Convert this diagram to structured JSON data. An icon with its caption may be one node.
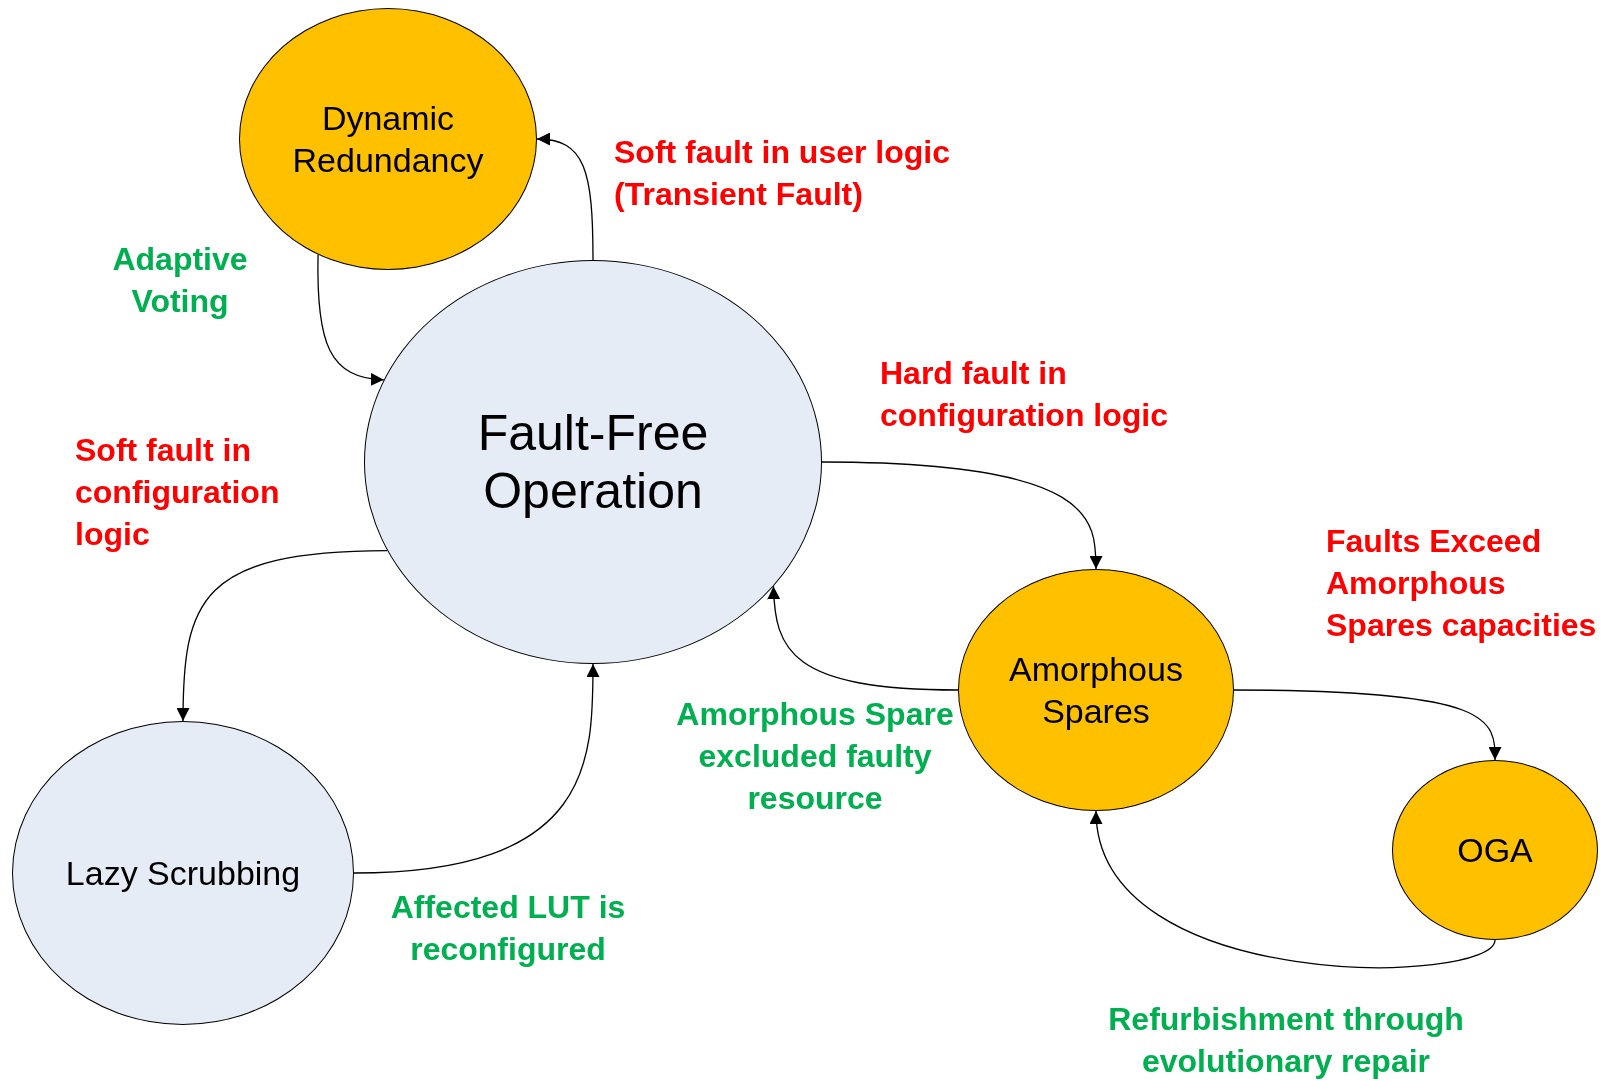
{
  "diagram": {
    "nodes": [
      {
        "text": [
          "Dynamic Redundancy"
        ]
      },
      {
        "text": [
          "Fault-Free Operation"
        ]
      },
      {
        "text": [
          "Lazy Scrubbing"
        ]
      },
      {
        "text": [
          "Amorphous Spares"
        ]
      },
      {
        "text": [
          "OGA"
        ]
      }
    ],
    "edges": [
      {
        "from": 1,
        "to": 0,
        "arrow": "to",
        "label": "Soft fault in user logic (Transient Fault)"
      },
      {
        "from": 0,
        "to": 1,
        "arrow": "to",
        "label": "Adaptive Voting"
      },
      {
        "from": 1,
        "to": 2,
        "arrow": "to",
        "label": "Soft fault in configuration logic"
      },
      {
        "from": 2,
        "to": 1,
        "arrow": "to",
        "label": "Affected LUT is reconfigured"
      },
      {
        "from": 1,
        "to": 3,
        "arrow": "to",
        "label": "Hard fault in configuration logic"
      },
      {
        "from": 3,
        "to": 1,
        "arrow": "to",
        "label": "Amorphous Spare excluded faulty resource"
      },
      {
        "from": 3,
        "to": 4,
        "arrow": "to",
        "label": "Faults Exceed Amorphous Spares capacities"
      },
      {
        "from": 4,
        "to": 3,
        "arrow": "to",
        "label": "Refurbishment through evolutionary repair"
      }
    ]
  }
}
